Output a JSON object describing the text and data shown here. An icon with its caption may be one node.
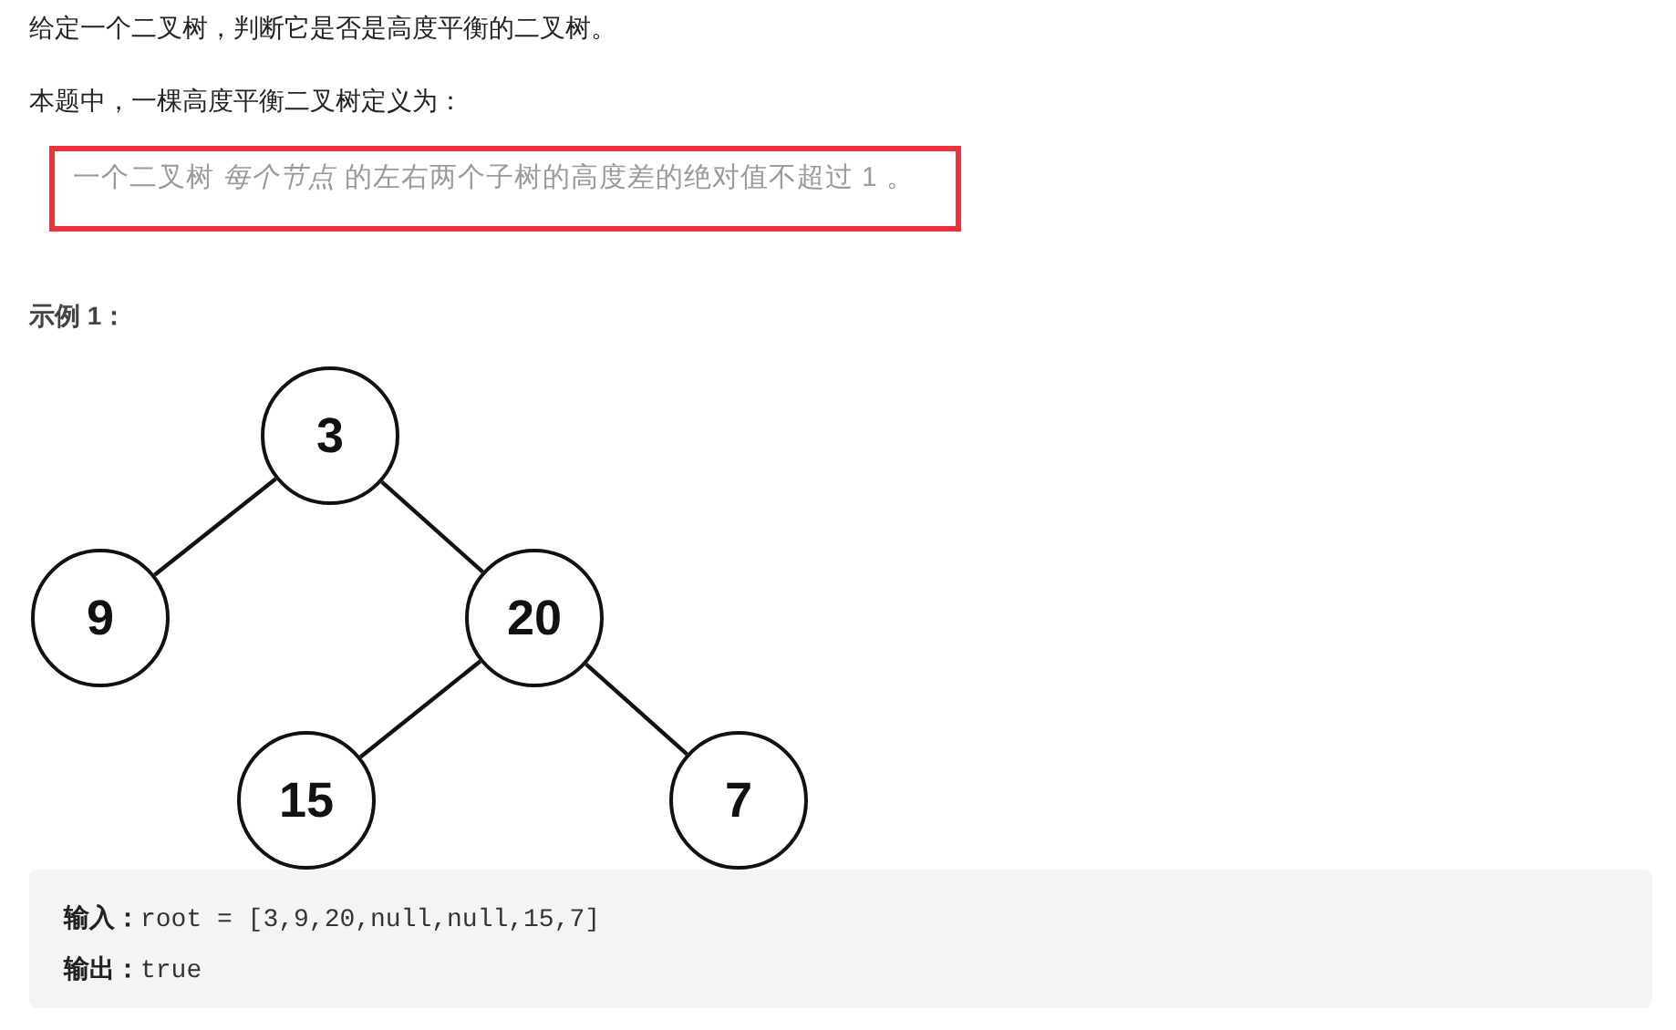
{
  "diagram": {
    "nodes": [
      {
        "text": [
          "一个二叉树 *每个节点* 的左右两个子树的高度差的绝对值不超过 1 。"
        ]
      },
      {
        "text": [
          "3"
        ]
      },
      {
        "text": [
          "9"
        ]
      },
      {
        "text": [
          "20"
        ]
      },
      {
        "text": [
          "15"
        ]
      },
      {
        "text": [
          "7"
        ]
      },
      {
        "text": [
          "**输入：**root = [3,9,20,null,null,15,7]",
          "**输出：**true"
        ]
      }
    ],
    "edges": [
      {
        "from": 1,
        "to": 2,
        "arrow": "none"
      },
      {
        "from": 1,
        "to": 3,
        "arrow": "none"
      },
      {
        "from": 3,
        "to": 4,
        "arrow": "none"
      },
      {
        "from": 3,
        "to": 5,
        "arrow": "none"
      }
    ],
    "labels": [
      "给定一个二叉树，判断它是否是高度平衡的二叉树。",
      "本题中，一棵高度平衡二叉树定义为：",
      "示例 1："
    ]
  }
}
